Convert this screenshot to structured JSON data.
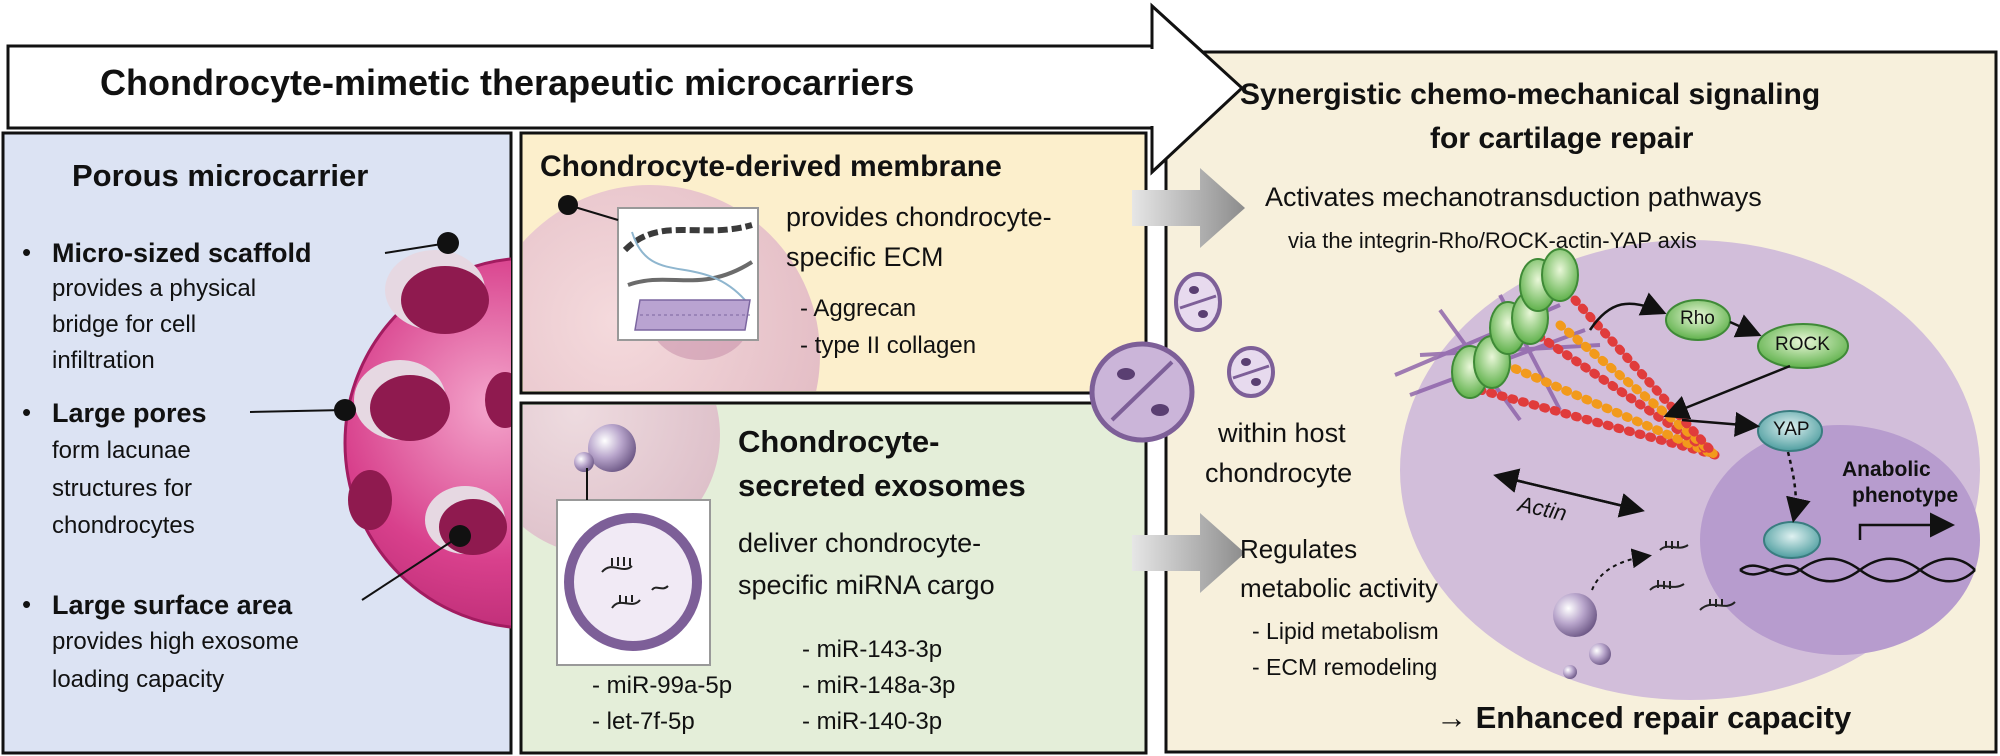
{
  "header": {
    "title": "Chondrocyte-mimetic therapeutic microcarriers"
  },
  "left_panel": {
    "title": "Porous microcarrier",
    "features": [
      {
        "title": "Micro-sized scaffold",
        "desc_lines": [
          "provides a physical",
          "bridge for cell",
          "infiltration"
        ]
      },
      {
        "title": "Large pores",
        "desc_lines": [
          "form lacunae",
          "structures for",
          "chondrocytes"
        ]
      },
      {
        "title": "Large surface area",
        "desc_lines": [
          "provides high exosome",
          "loading capacity"
        ]
      }
    ]
  },
  "membrane_panel": {
    "title": "Chondrocyte-derived membrane",
    "desc_lines": [
      "provides chondrocyte-",
      "specific ECM"
    ],
    "items": [
      "- Aggrecan",
      "- type II collagen"
    ]
  },
  "exosome_panel": {
    "title_lines": [
      "Chondrocyte-",
      "secreted exosomes"
    ],
    "desc_lines": [
      "deliver chondrocyte-",
      "specific miRNA cargo"
    ],
    "mirna_col1": [
      "- miR-99a-5p",
      "- let-7f-5p"
    ],
    "mirna_col2": [
      "- miR-143-3p",
      "- miR-148a-3p",
      "- miR-140-3p"
    ]
  },
  "right_panel": {
    "title_lines": [
      "Synergistic chemo-mechanical signaling",
      "for cartilage repair"
    ],
    "mechano_line1": "Activates mechanotransduction pathways",
    "mechano_line2": "via the integrin-Rho/ROCK-actin-YAP axis",
    "host_lines": [
      "within host",
      "chondrocyte"
    ],
    "metabolic_lines": [
      "Regulates",
      "metabolic activity"
    ],
    "metabolic_items": [
      "- Lipid metabolism",
      "- ECM remodeling"
    ],
    "conclusion": "→ Enhanced repair capacity"
  },
  "signaling": {
    "rho": "Rho",
    "rock": "ROCK",
    "yap": "YAP",
    "actin": "Actin",
    "anabolic_lines": [
      "Anabolic",
      "phenotype"
    ]
  },
  "colors": {
    "left_bg": "#dce3f3",
    "membrane_bg": "#fcefcc",
    "exosome_bg": "#e4eed9",
    "right_bg": "#f7f0dc",
    "microcarrier": "#d23f86",
    "pore": "#9b1e55",
    "cell": "#cbb5d9"
  }
}
